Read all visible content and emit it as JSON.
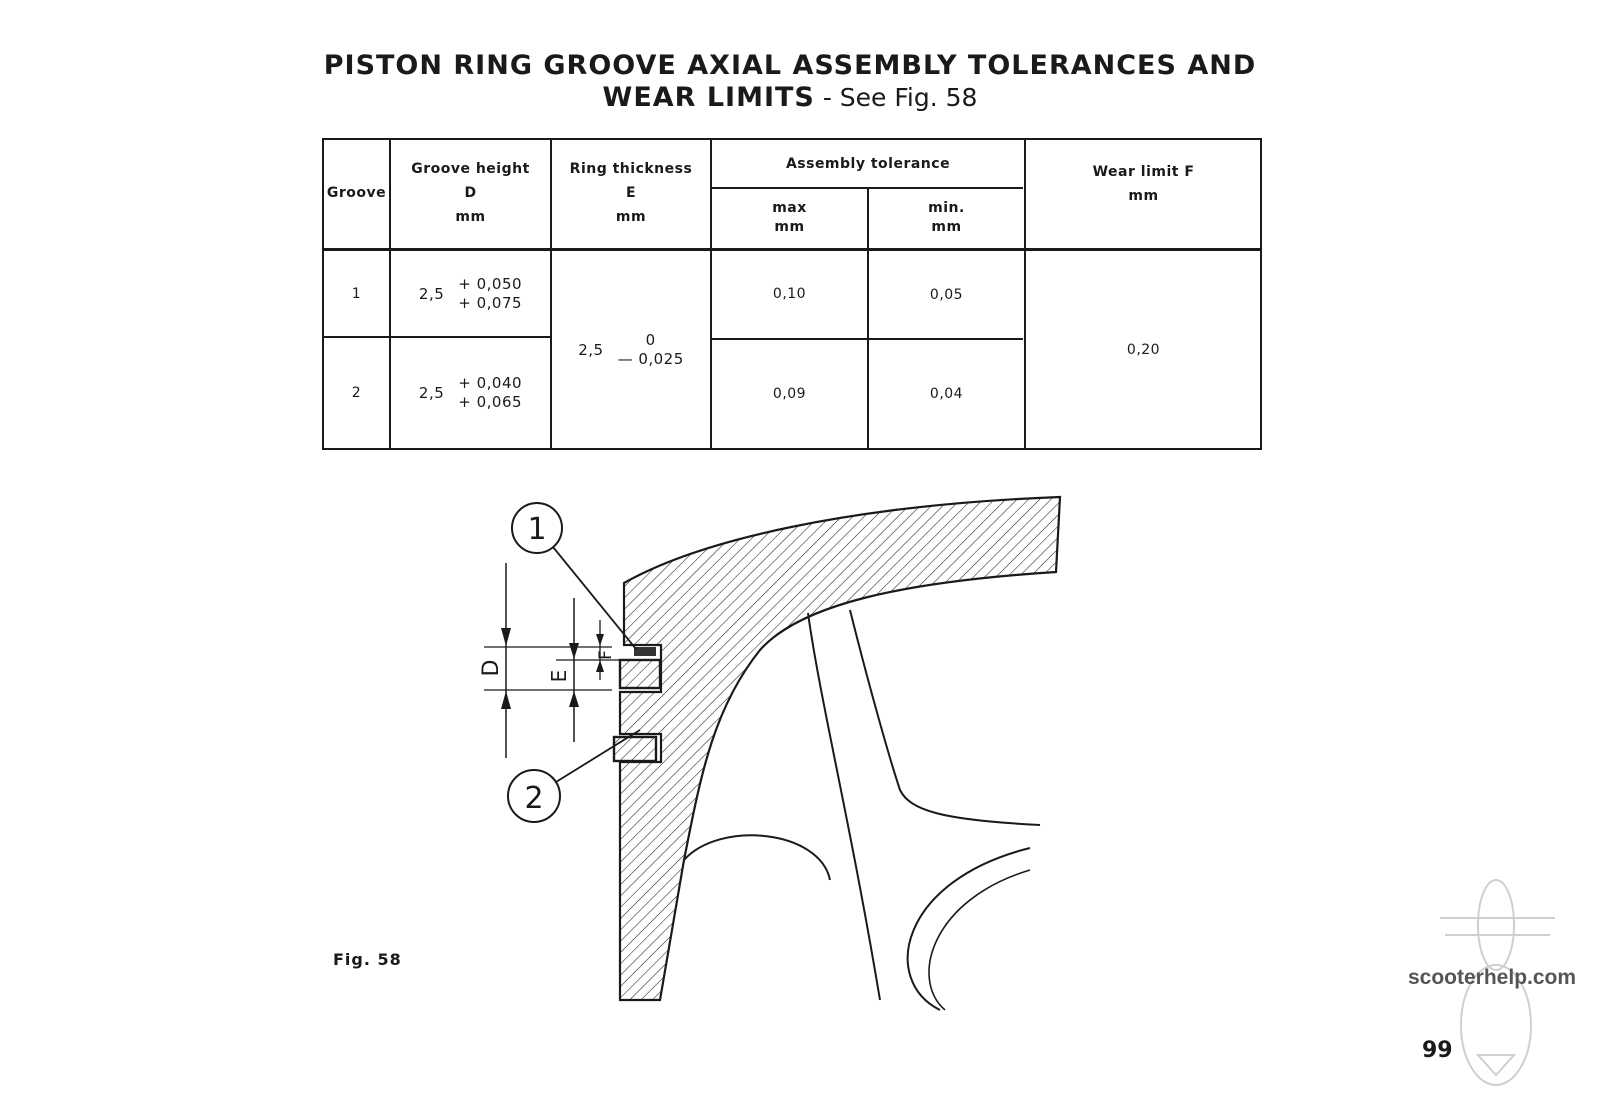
{
  "title": {
    "line1": "PISTON RING GROOVE AXIAL ASSEMBLY TOLERANCES AND",
    "line2_bold": "WEAR LIMITS",
    "line2_rest": " - See Fig. 58"
  },
  "table": {
    "headers": {
      "groove": "Groove",
      "groove_height": [
        "Groove height",
        "D",
        "mm"
      ],
      "ring_thickness": [
        "Ring thickness",
        "E",
        "mm"
      ],
      "assembly_tolerance": "Assembly tolerance",
      "max": [
        "max",
        "mm"
      ],
      "min": [
        "min.",
        "mm"
      ],
      "wear_limit": [
        "Wear limit F",
        "mm"
      ]
    },
    "rows": [
      {
        "groove": "1",
        "height_nominal": "2,5",
        "height_tol_upper": "+ 0,050",
        "height_tol_lower": "+ 0,075",
        "max": "0,10",
        "min": "0,05"
      },
      {
        "groove": "2",
        "height_nominal": "2,5",
        "height_tol_upper": "+ 0,040",
        "height_tol_lower": "+ 0,065",
        "max": "0,09",
        "min": "0,04"
      }
    ],
    "ring_thickness": {
      "nominal": "2,5",
      "tol_upper": "0",
      "tol_lower": "— 0,025"
    },
    "wear_limit": "0,20"
  },
  "figure": {
    "caption": "Fig. 58",
    "callouts": [
      "1",
      "2"
    ],
    "dimension_labels": [
      "D",
      "E",
      "F"
    ]
  },
  "watermark": "scooterhelp.com",
  "page_number": "99"
}
